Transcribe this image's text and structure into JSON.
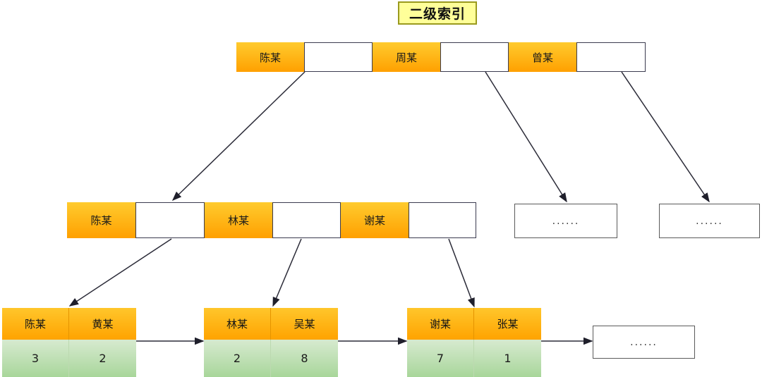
{
  "title": {
    "label": "二级索引"
  },
  "colors": {
    "key_cell": "#ffb300",
    "pointer_cell": "#ffffff",
    "leaf_value_cell": "#b9ddab",
    "title_bg": "#ffff99",
    "title_border": "#9a9a1e",
    "line": "#2b2b38"
  },
  "root_node": {
    "name": "root-node",
    "cells": [
      {
        "type": "key",
        "label": "陈某"
      },
      {
        "type": "pointer",
        "label": ""
      },
      {
        "type": "key",
        "label": "周某"
      },
      {
        "type": "pointer",
        "label": ""
      },
      {
        "type": "key",
        "label": "曾某"
      },
      {
        "type": "pointer",
        "label": ""
      }
    ]
  },
  "internal_node": {
    "name": "internal-node",
    "cells": [
      {
        "type": "key",
        "label": "陈某"
      },
      {
        "type": "pointer",
        "label": ""
      },
      {
        "type": "key",
        "label": "林某"
      },
      {
        "type": "pointer",
        "label": ""
      },
      {
        "type": "key",
        "label": "谢某"
      },
      {
        "type": "pointer",
        "label": ""
      }
    ]
  },
  "internal_ellipsis": [
    {
      "name": "internal-ellipsis-box-1",
      "label": "......"
    },
    {
      "name": "internal-ellipsis-box-2",
      "label": "......"
    }
  ],
  "leaves": [
    {
      "name": "leaf-node-1",
      "keys": [
        "陈某",
        "黄某"
      ],
      "values": [
        "3",
        "2"
      ]
    },
    {
      "name": "leaf-node-2",
      "keys": [
        "林某",
        "吴某"
      ],
      "values": [
        "2",
        "8"
      ]
    },
    {
      "name": "leaf-node-3",
      "keys": [
        "谢某",
        "张某"
      ],
      "values": [
        "7",
        "1"
      ]
    }
  ],
  "leaf_ellipsis": {
    "name": "leaf-ellipsis-box",
    "label": "......"
  }
}
